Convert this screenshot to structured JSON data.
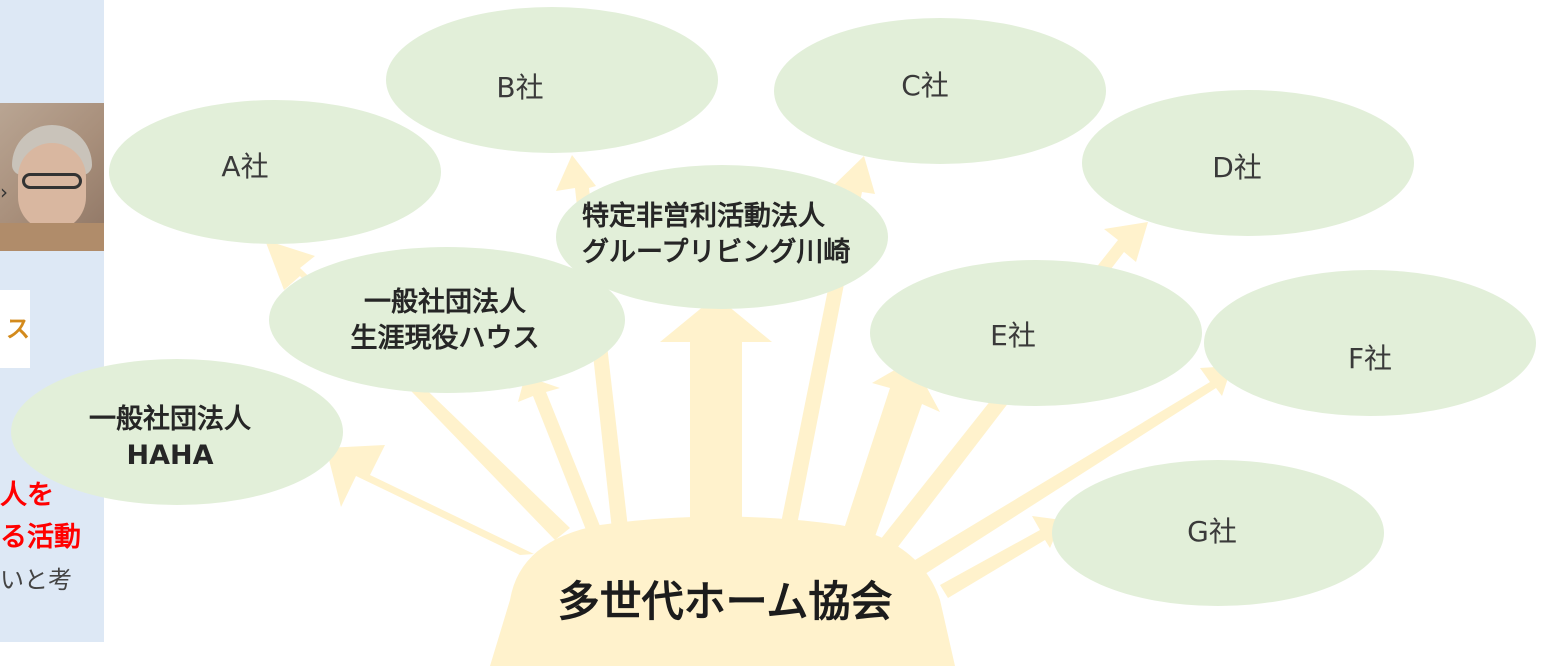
{
  "diagram": {
    "center": {
      "label": "多世代ホーム協会"
    },
    "companies": [
      {
        "id": "a",
        "label": "A社"
      },
      {
        "id": "b",
        "label": "B社"
      },
      {
        "id": "c",
        "label": "C社"
      },
      {
        "id": "d",
        "label": "D社"
      },
      {
        "id": "e",
        "label": "E社"
      },
      {
        "id": "f",
        "label": "F社"
      },
      {
        "id": "g",
        "label": "G社"
      }
    ],
    "organizations": {
      "haha": {
        "line1": "一般社団法人",
        "line2": "HAHA"
      },
      "shogai": {
        "line1": "一般社団法人",
        "line2": "生涯現役ハウス"
      },
      "npo": {
        "line1": "特定非営利活動法人",
        "line2": "グループリビング川崎"
      }
    }
  },
  "left_panel": {
    "logo_fragment": "ス",
    "red_line_1": "人を",
    "red_line_2": "る活動",
    "gray_line": "いと考",
    "mark": "›"
  },
  "colors": {
    "ellipse_fill": "#e2efd9",
    "arrow_fill": "#fff2cc",
    "sun_fill": "#fff2cc",
    "panel_bg": "#dde8f5",
    "accent_red": "#ff0000"
  }
}
